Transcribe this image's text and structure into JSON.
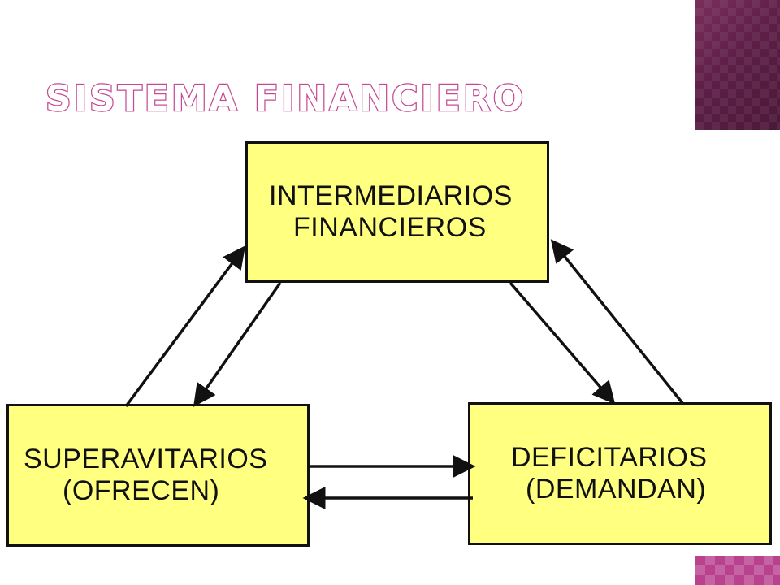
{
  "title": "SISTEMA FINANCIERO",
  "boxes": {
    "intermediarios": {
      "line1": "INTERMEDIARIOS",
      "line2": "FINANCIEROS"
    },
    "superavitarios": {
      "line1": "SUPERAVITARIOS",
      "line2": "(OFRECEN)"
    },
    "deficitarios": {
      "line1": "DEFICITARIOS",
      "line2": "(DEMANDAN)"
    }
  },
  "colors": {
    "box_fill": "#ffff80",
    "title_outline": "#c44a93",
    "corner_top": "#5e1f47",
    "corner_bottom": "#b9428f"
  }
}
